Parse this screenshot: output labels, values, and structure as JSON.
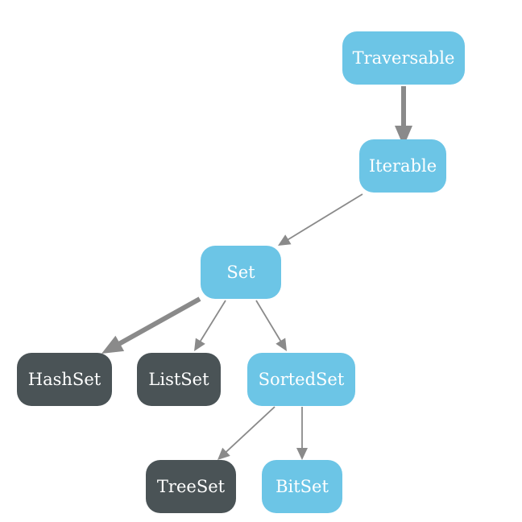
{
  "diagram": {
    "colors": {
      "trait": "#6cc5e6",
      "class": "#4a5356",
      "edge": "#8a8a8a",
      "text": "#ffffff"
    },
    "nodes": [
      {
        "id": "traversable",
        "label": "Traversable",
        "kind": "trait"
      },
      {
        "id": "iterable",
        "label": "Iterable",
        "kind": "trait"
      },
      {
        "id": "set",
        "label": "Set",
        "kind": "trait"
      },
      {
        "id": "hashset",
        "label": "HashSet",
        "kind": "class"
      },
      {
        "id": "listset",
        "label": "ListSet",
        "kind": "class"
      },
      {
        "id": "sortedset",
        "label": "SortedSet",
        "kind": "trait"
      },
      {
        "id": "treeset",
        "label": "TreeSet",
        "kind": "class"
      },
      {
        "id": "bitset",
        "label": "BitSet",
        "kind": "trait"
      }
    ],
    "edges": [
      {
        "from": "traversable",
        "to": "iterable",
        "weight": "thick"
      },
      {
        "from": "iterable",
        "to": "set",
        "weight": "thin"
      },
      {
        "from": "set",
        "to": "hashset",
        "weight": "thick"
      },
      {
        "from": "set",
        "to": "listset",
        "weight": "thin"
      },
      {
        "from": "set",
        "to": "sortedset",
        "weight": "thin"
      },
      {
        "from": "sortedset",
        "to": "treeset",
        "weight": "thin"
      },
      {
        "from": "sortedset",
        "to": "bitset",
        "weight": "thin"
      }
    ]
  }
}
